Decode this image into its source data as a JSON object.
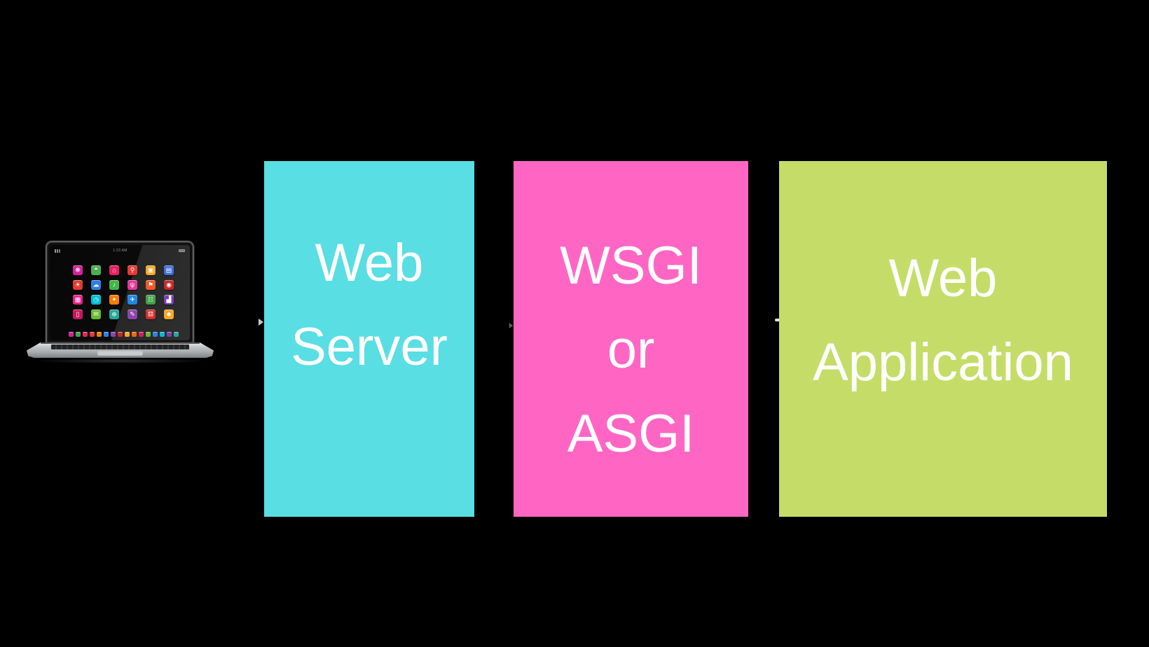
{
  "background_color": "#000000",
  "diagram": {
    "client": {
      "name": "client-laptop",
      "status_time": "1:23 AM",
      "app_icons": [
        {
          "name": "wifi-app-icon",
          "color": "#d6219c",
          "glyph": "❋"
        },
        {
          "name": "chat-app-icon",
          "color": "#4caf50",
          "glyph": "❝"
        },
        {
          "name": "home-app-icon",
          "color": "#e91e63",
          "glyph": "⌂"
        },
        {
          "name": "search-app-icon",
          "color": "#e53935",
          "glyph": "⚲"
        },
        {
          "name": "camera-app-icon",
          "color": "#f5a623",
          "glyph": "▣"
        },
        {
          "name": "calendar-app-icon",
          "color": "#3f6fd8",
          "glyph": "▤"
        },
        {
          "name": "settings-app-icon",
          "color": "#e23a2e",
          "glyph": "☀"
        },
        {
          "name": "cloud-app-icon",
          "color": "#2e7fe8",
          "glyph": "☁"
        },
        {
          "name": "music-app-icon",
          "color": "#43b649",
          "glyph": "♪"
        },
        {
          "name": "mic-app-icon",
          "color": "#e3389b",
          "glyph": "ψ"
        },
        {
          "name": "pin-app-icon",
          "color": "#f0592b",
          "glyph": "⚑"
        },
        {
          "name": "radio-app-icon",
          "color": "#c62828",
          "glyph": "◉"
        },
        {
          "name": "gallery-app-icon",
          "color": "#e91e8c",
          "glyph": "▦"
        },
        {
          "name": "clock-app-icon",
          "color": "#00bcd4",
          "glyph": "◷"
        },
        {
          "name": "folder-app-icon",
          "color": "#f57c00",
          "glyph": "✦"
        },
        {
          "name": "flights-app-icon",
          "color": "#1e88e5",
          "glyph": "✈"
        },
        {
          "name": "cart-app-icon",
          "color": "#43a047",
          "glyph": "☷"
        },
        {
          "name": "chart-app-icon",
          "color": "#7b3fb3",
          "glyph": "▟"
        },
        {
          "name": "phone-app-icon",
          "color": "#c2185b",
          "glyph": "▯"
        },
        {
          "name": "mail-app-icon",
          "color": "#66bb2a",
          "glyph": "✉"
        },
        {
          "name": "globe-app-icon",
          "color": "#26a69a",
          "glyph": "⊕"
        },
        {
          "name": "notes-app-icon",
          "color": "#8e44ad",
          "glyph": "✎"
        },
        {
          "name": "games-app-icon",
          "color": "#d32f2f",
          "glyph": "⚄"
        },
        {
          "name": "contacts-app-icon",
          "color": "#f9a825",
          "glyph": "☻"
        }
      ],
      "dock_colors": [
        "#d6219c",
        "#43a047",
        "#e91e63",
        "#e53935",
        "#f57c00",
        "#1e88e5",
        "#8e44ad",
        "#c62828",
        "#f9a825",
        "#ef6c00",
        "#d81b60",
        "#66bb2a",
        "#2e7fe8",
        "#00bcd4",
        "#7b3fb3",
        "#26a69a"
      ]
    },
    "boxes": [
      {
        "id": "web-server",
        "label": "Web Server",
        "lines": [
          "Web",
          "Server"
        ],
        "color": "#58DEE3",
        "text_color": "#FFFFFF"
      },
      {
        "id": "wsgi-asgi",
        "label": "WSGI or ASGI",
        "lines": [
          "WSGI",
          "or",
          "ASGI"
        ],
        "color": "#FF66C4",
        "text_color": "#FFFFFF"
      },
      {
        "id": "web-application",
        "label": "Web Application",
        "lines": [
          "Web",
          "Application"
        ],
        "color": "#C5DD68",
        "text_color": "#FFFFFF"
      }
    ],
    "connectors": [
      {
        "name": "arrow-tip-client-to-web-server",
        "color": "#c9c9c9"
      },
      {
        "name": "arrow-tip-web-server-to-wsgi",
        "color": "#a8a8a8"
      },
      {
        "name": "arrow-dash-wsgi-to-web-application",
        "color": "#e3e3e3"
      }
    ]
  }
}
